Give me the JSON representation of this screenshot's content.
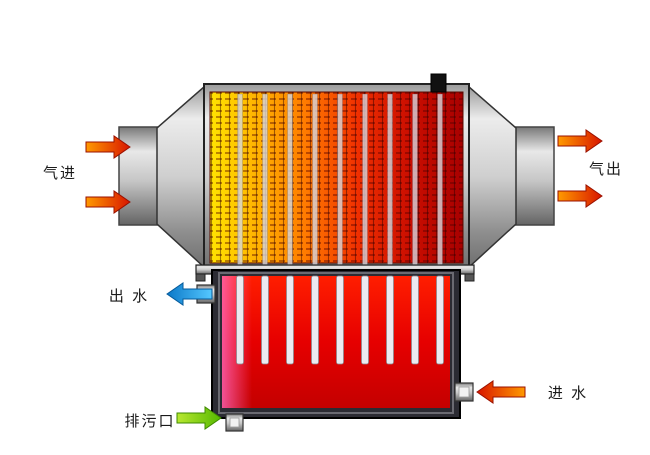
{
  "diagram": {
    "labels": {
      "gas_in": "气进",
      "gas_out": "气出",
      "water_out": "出 水",
      "water_in": "进 水",
      "drain": "排污口"
    },
    "colors": {
      "gas_arrow": "#e23000",
      "water_in_arrow": "#e23000",
      "water_out_arrow": "#1e9be0",
      "drain_arrow": "#6cc51a",
      "water_fill": "#e00000",
      "core_cold": "#ffe400",
      "core_hot": "#a80000",
      "label_text": "#1a1a1a"
    }
  }
}
